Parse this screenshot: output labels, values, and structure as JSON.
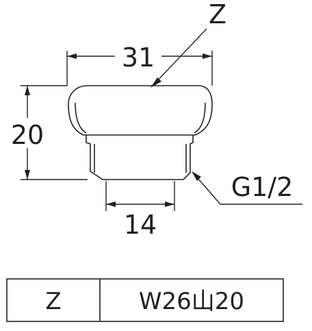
{
  "drawing": {
    "dimensions": {
      "width_top": "31",
      "height": "20",
      "thread_width": "14"
    },
    "callouts": {
      "part_label": "Z",
      "thread_label": "G1/2"
    }
  },
  "spec_table": {
    "rows": [
      {
        "key": "Z",
        "value": "W26山20"
      }
    ]
  },
  "colors": {
    "line": "#231f20",
    "background": "#ffffff"
  }
}
